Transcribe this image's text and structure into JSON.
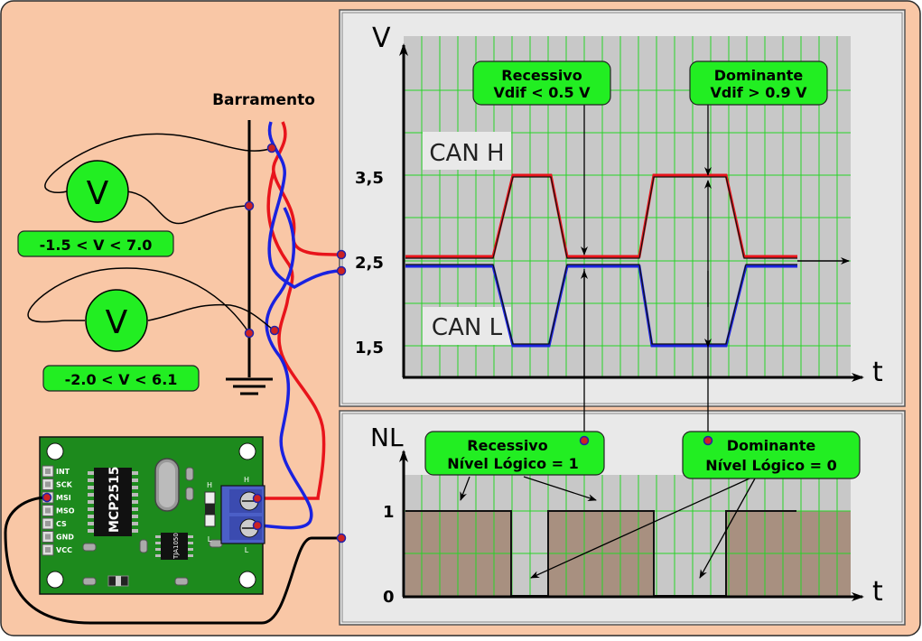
{
  "bus": {
    "label": "Barramento"
  },
  "voltmeters": [
    {
      "symbol": "V",
      "range": "-1.5 < V < 7.0"
    },
    {
      "symbol": "V",
      "range": "-2.0 < V < 6.1"
    }
  ],
  "module": {
    "chip_label": "MCP2515",
    "transceiver_label": "TJA1050",
    "pins": [
      "INT",
      "SCK",
      "MSI",
      "MSO",
      "CS",
      "GND",
      "VCC"
    ],
    "terminal_h": "H",
    "terminal_l": "L",
    "jumper_h": "H",
    "jumper_l": "L"
  },
  "voltage_chart": {
    "y_axis_label": "V",
    "x_axis_label": "t",
    "y_ticks": [
      "3,5",
      "2,5",
      "1,5"
    ],
    "can_h_label": "CAN H",
    "can_l_label": "CAN L",
    "callout_recessive": {
      "line1": "Recessivo",
      "line2": "Vdif < 0.5 V"
    },
    "callout_dominant": {
      "line1": "Dominante",
      "line2": "Vdif > 0.9 V"
    },
    "can_h_color": "#e8141b",
    "can_l_color": "#1a22e0"
  },
  "logic_chart": {
    "y_axis_label": "NL",
    "x_axis_label": "t",
    "y_ticks": [
      "1",
      "0"
    ],
    "callout_recessive": {
      "line1": "Recessivo",
      "line2": "Nível Lógico = 1"
    },
    "callout_dominant": {
      "line1": "Dominante",
      "line2": "Nível Lógico = 0"
    },
    "fill_color": "#a89080"
  },
  "colors": {
    "background": "#f9c7a6",
    "callout": "#22ee22",
    "board": "#1d8a1d",
    "grid": "#27d427",
    "panel": "#e9e9e9"
  }
}
